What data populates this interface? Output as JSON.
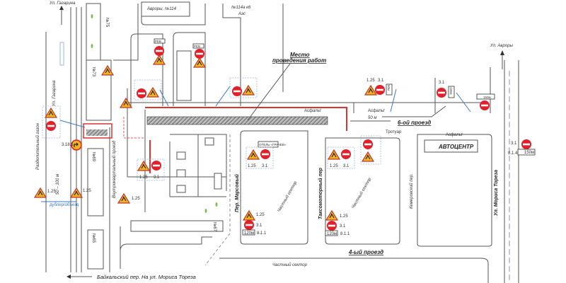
{
  "colors": {
    "work_zone": "#d33333",
    "sign_red": "#e0202a",
    "sign_yellow": "#f3b31b",
    "pointer": "#3a78c8"
  },
  "icons": {
    "road_works": "road-works-triangle-icon",
    "no_entry": "no-entry-icon",
    "turn": "mandatory-turn-icon",
    "arrow": "arrow-icon"
  },
  "streets": {
    "gagarina": "Ул. Гагарина",
    "gagarina_top": "Ул. Гагарина",
    "avrory": "Ул. Авроры",
    "moris_toreza": "Ул. Мориса Тореза",
    "marsovy": "Пер. Марсовый",
    "taksomotorny": "Таксомоторный пер",
    "kemerovsky": "Кемеровский пер.",
    "proezd_6": "6-ой проезд",
    "proezd_4": "4-ый проезд",
    "baikalsky": "Байкальский пер.",
    "to_moris": "На ул. Мориса Тореза",
    "vnutrikv": "Внутриквартальный проезд",
    "gazon": "Разделительный газон"
  },
  "buildings": {
    "avrory114": "Авроры, №114",
    "b114a": "№114а к6",
    "b114a_sub": "Аэс",
    "avtocentr": "АВТОЦЕНТР",
    "private1": "Частный сектор",
    "private2": "Частный сектор",
    "private3": "Частный сектор",
    "n73": "№73",
    "n75": "№75",
    "n69": "№69",
    "n65": "№65",
    "n67": "№67",
    "hotel": "ОТЕЛЬ «ГРАЧЕВ»"
  },
  "work_site": {
    "line1": "Место",
    "line2": "проведения работ"
  },
  "labels": {
    "asphalt1": "Асфальт",
    "asphalt2": "Асфальт",
    "asphalt3": "Асфальт",
    "dist_50": "50 м",
    "dist_50_100": "50 – 100 м",
    "sidewalk": "Тротуар",
    "detour": "дублер/объезд",
    "len_150": "150м"
  },
  "signs": {
    "c125": "1.25",
    "c31": "3.1",
    "c3181": "3.18.1",
    "c811": "8.1.1",
    "c814": "8.1.4",
    "p50": "50м",
    "p150": "150м",
    "p120": "120м",
    "prob": "РЕВ"
  }
}
